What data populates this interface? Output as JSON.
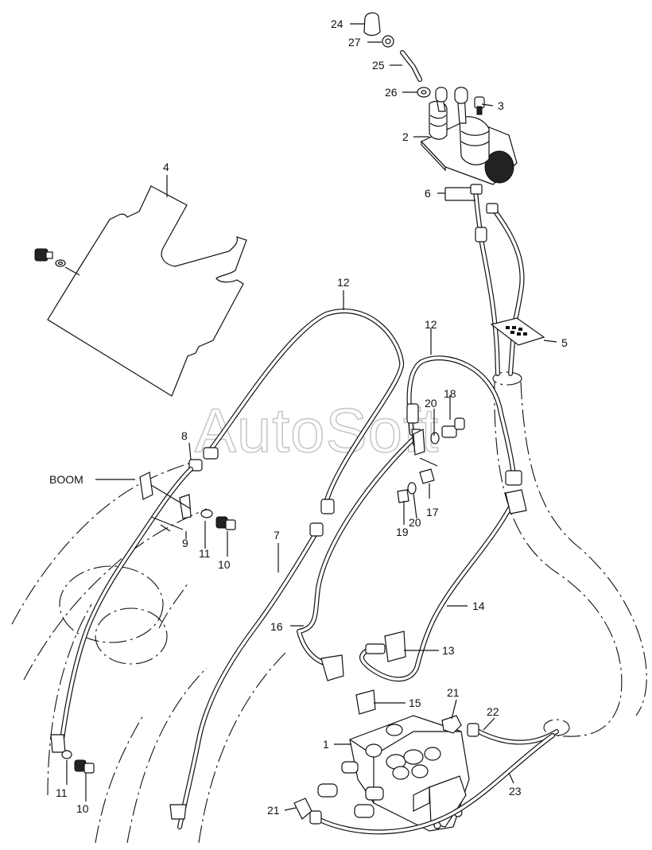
{
  "watermark": "AutoSoft",
  "labels": {
    "l1": "1",
    "l2": "2",
    "l3": "3",
    "l4": "4",
    "l5": "5",
    "l6": "6",
    "l7": "7",
    "l8": "8",
    "l9": "9",
    "l10a": "10",
    "l10b": "10",
    "l11a": "11",
    "l11b": "11",
    "l12a": "12",
    "l12b": "12",
    "l13": "13",
    "l14": "14",
    "l15": "15",
    "l16": "16",
    "l17": "17",
    "l18": "18",
    "l19": "19",
    "l20a": "20",
    "l20b": "20",
    "l21a": "21",
    "l21b": "21",
    "l22": "22",
    "l23": "23",
    "l24": "24",
    "l25": "25",
    "l26": "26",
    "l27": "27",
    "boom": "BOOM"
  }
}
